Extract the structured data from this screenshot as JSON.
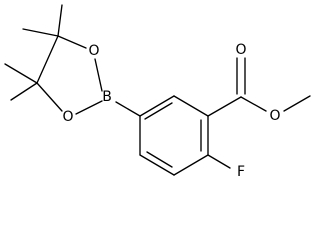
{
  "molecule": {
    "atom_labels": {
      "o_carbonyl": "O",
      "o_ester": "O",
      "fluorine": "F",
      "boron": "B",
      "o_ring_upper": "O",
      "o_ring_lower": "O"
    }
  },
  "colors": {
    "bond": "#000000",
    "label": "#000000",
    "background": "#ffffff"
  }
}
